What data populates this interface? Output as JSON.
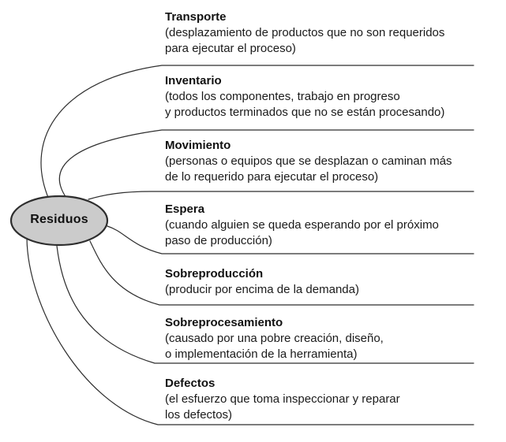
{
  "diagram": {
    "center_label": "Residuos",
    "colors": {
      "node_fill": "#cbcbcb",
      "stroke": "#2e2e2e",
      "text": "#111111"
    },
    "branches": [
      {
        "title": "Transporte",
        "desc1": "(desplazamiento de productos que no son requeridos",
        "desc2": "para ejecutar el proceso)"
      },
      {
        "title": "Inventario",
        "desc1": "(todos los componentes, trabajo en progreso",
        "desc2": "y productos terminados que no se están procesando)"
      },
      {
        "title": "Movimiento",
        "desc1": "(personas o equipos que se desplazan o caminan más",
        "desc2": "de lo requerido para ejecutar el proceso)"
      },
      {
        "title": "Espera",
        "desc1": "(cuando alguien se queda esperando por el próximo",
        "desc2": "paso de producción)"
      },
      {
        "title": "Sobreproducción",
        "desc1": "(producir por encima de la demanda)",
        "desc2": ""
      },
      {
        "title": "Sobreprocesamiento",
        "desc1": "(causado por una pobre creación, diseño,",
        "desc2": "o implementación de la herramienta)"
      },
      {
        "title": "Defectos",
        "desc1": "(el esfuerzo que toma inspeccionar y reparar",
        "desc2": "los defectos)"
      }
    ]
  }
}
